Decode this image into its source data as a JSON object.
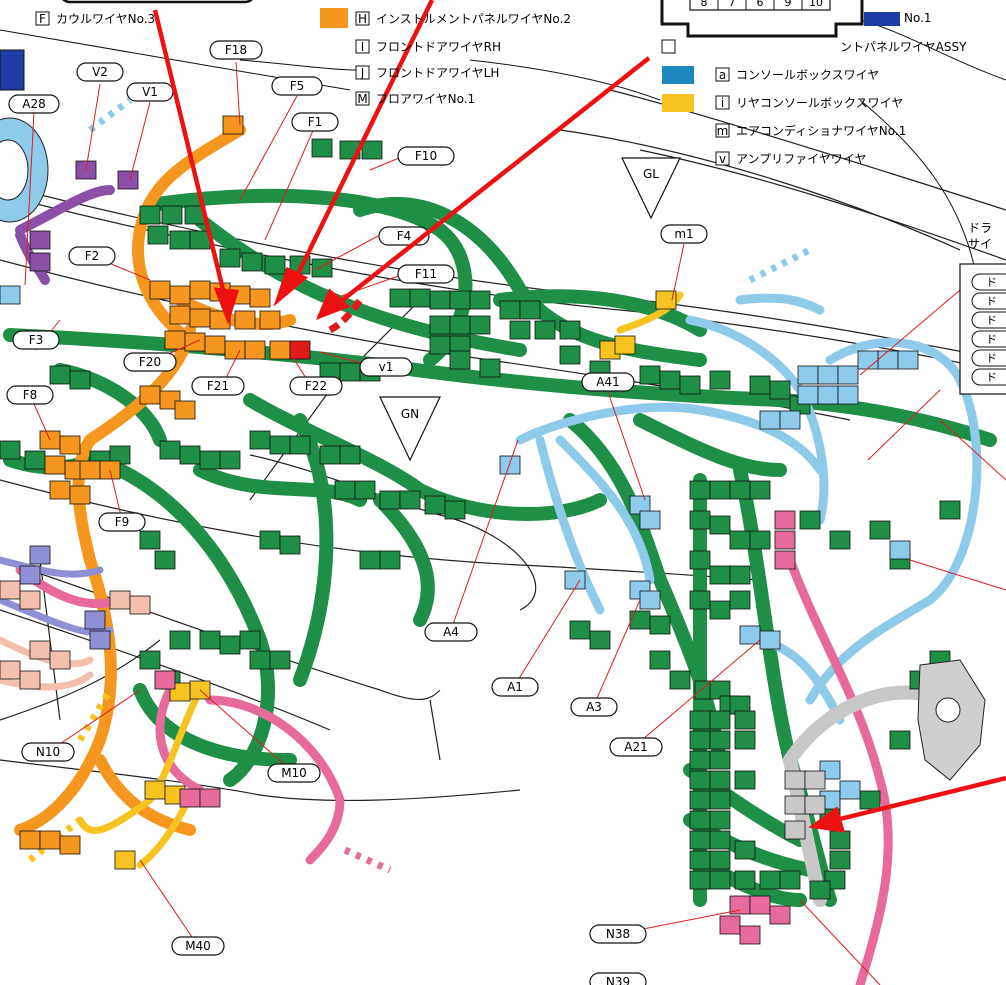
{
  "colors": {
    "green": "#1f8f48",
    "green_dark": "#0e5a2a",
    "orange": "#f5961e",
    "blue": "#8ecbea",
    "yellow": "#f7c321",
    "pink": "#e66b9c",
    "purple": "#8b4fa8",
    "lavender": "#8f8fd6",
    "peach": "#f5bfb0",
    "gray": "#c8c8c8",
    "red": "#e01b1b",
    "dark_blue": "#1e3ca8"
  },
  "legend": [
    {
      "key": "F",
      "text": "カウルワイヤNo.3",
      "swatch": ""
    },
    {
      "key": "H",
      "text": "インストルメントパネルワイヤNo.2",
      "swatch": "orange"
    },
    {
      "key": "I",
      "text": "フロントドアワイヤRH",
      "swatch": ""
    },
    {
      "key": "J",
      "text": "フロントドアワイヤLH",
      "swatch": ""
    },
    {
      "key": "M",
      "text": "フロアワイヤNo.1",
      "swatch": ""
    },
    {
      "key": "",
      "text": "No.1",
      "swatch": "dark_blue"
    },
    {
      "key": "",
      "text": "ントパネルワイヤASSY",
      "swatch": ""
    },
    {
      "key": "a",
      "text": "コンソールボックスワイヤ",
      "swatch": "blue"
    },
    {
      "key": "i",
      "text": "リヤコンソールボックスワイヤ",
      "swatch": "yellow"
    },
    {
      "key": "m",
      "text": "エアコンディショナワイヤNo.1",
      "swatch": ""
    },
    {
      "key": "v",
      "text": "アンプリファイヤワイヤ",
      "swatch": ""
    }
  ],
  "connector_pins": [
    "8",
    "7",
    "6",
    "9",
    "10"
  ],
  "side_heading": [
    "ドラ",
    "サイ"
  ],
  "side_box_items": [
    "ド",
    "ド",
    "ド",
    "ド",
    "ド",
    "ド"
  ],
  "labels": {
    "F18": "F18",
    "V2": "V2",
    "V1": "V1",
    "A28": "A28",
    "F5": "F5",
    "F1": "F1",
    "F10": "F10",
    "F4": "F4",
    "F11": "F11",
    "F2": "F2",
    "F3": "F3",
    "v1": "v1",
    "F20": "F20",
    "F21": "F21",
    "F22": "F22",
    "F8": "F8",
    "F9": "F9",
    "A41": "A41",
    "m1": "m1",
    "A4": "A4",
    "A1": "A1",
    "A3": "A3",
    "A21": "A21",
    "N10": "N10",
    "M10": "M10",
    "M40": "M40",
    "N38": "N38",
    "N39": "N39"
  },
  "ground_points": [
    "GL",
    "GN"
  ]
}
